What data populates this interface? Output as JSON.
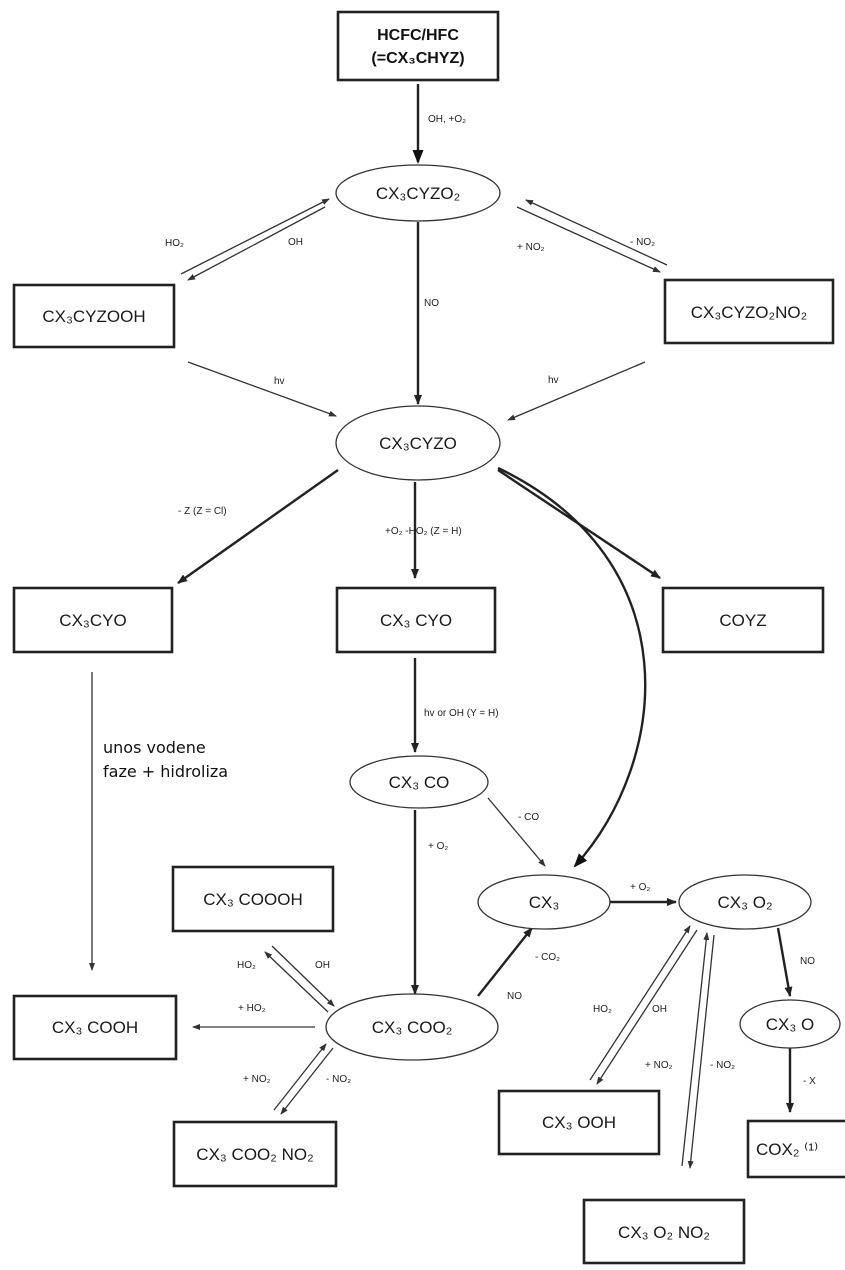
{
  "nodes": {
    "hcfc": {
      "line1": "HCFC/HFC",
      "line2": "(=CX₃CHYZ)"
    },
    "peroxy": "CX₃CYZO₂",
    "hydroperoxide": "CX₃CYZOOH",
    "peroxynitrate": "CX₃CYZO₂NO₂",
    "alkoxy": "CX₃CYZO",
    "cyo_left": "CX₃CYO",
    "cyo_mid": "CX₃ CYO",
    "coyz": "COYZ",
    "co": "CX₃ CO",
    "cx3": "CX₃",
    "cooooh": "CX₃ COOOH",
    "cx3o2": "CX₃ O₂",
    "cooh": "CX₃ COOH",
    "coo2": "CX₃ COO₂",
    "cx3o": "CX₃ O",
    "cx3ooh": "CX₃ OOH",
    "cox2": "COX₂ ⁽¹⁾",
    "coo2no2": "CX₃ COO₂ NO₂",
    "o2no2": "CX₃ O₂ NO₂"
  },
  "labels": {
    "oh_o2": "OH, +O₂",
    "ho2": "HO₂",
    "oh": "OH",
    "no": "NO",
    "plus_no2": "+ NO₂",
    "minus_no2": "- NO₂",
    "hv_left": "hv",
    "hv_right": "hv",
    "minus_z": "- Z (Z = Cl)",
    "o2_ho2": "+O₂ -HO₂ (Z = H)",
    "hv_or_oh": "hv or OH (Y = H)",
    "minus_co": "- CO",
    "plus_o2_a": "+ O₂",
    "plus_o2_b": "+ O₂",
    "ho2_b": "HO₂",
    "oh_b": "OH",
    "plus_ho2": "+ HO₂",
    "minus_co2": "- CO₂",
    "no_b": "NO",
    "no_c": "NO",
    "plus_no2_b": "+ NO₂",
    "minus_no2_b": "- NO₂",
    "ho2_c": "HO₂",
    "oh_c": "OH",
    "plus_no2_c": "+ NO₂",
    "minus_no2_c": "- NO₂",
    "minus_x": "- X"
  },
  "note": {
    "line1": "unos vodene",
    "line2": "faze + hidroliza"
  }
}
